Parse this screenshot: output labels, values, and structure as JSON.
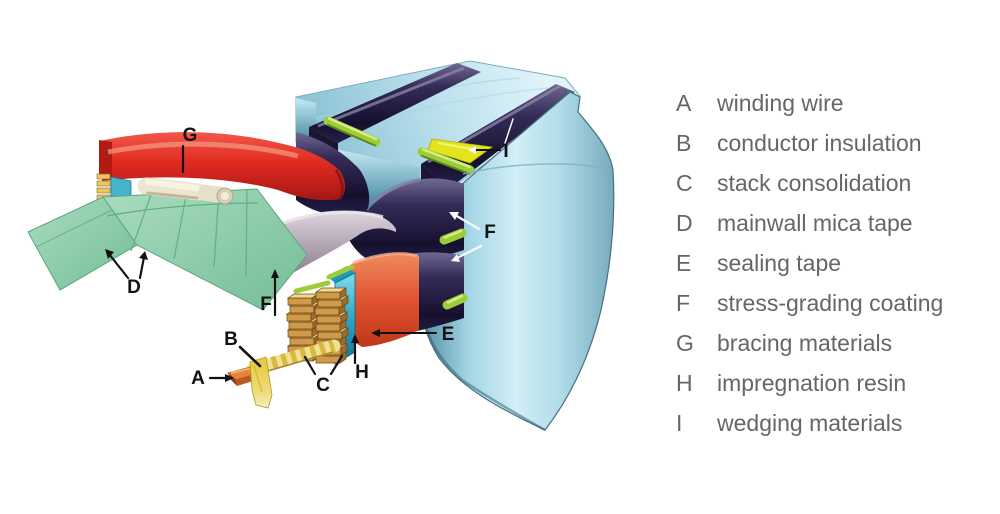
{
  "legend": {
    "items": [
      {
        "key": "A",
        "label": "winding wire"
      },
      {
        "key": "B",
        "label": "conductor insulation"
      },
      {
        "key": "C",
        "label": "stack consolidation"
      },
      {
        "key": "D",
        "label": "mainwall mica tape"
      },
      {
        "key": "E",
        "label": "sealing tape"
      },
      {
        "key": "F",
        "label": "stress-grading coating"
      },
      {
        "key": "G",
        "label": "bracing materials"
      },
      {
        "key": "H",
        "label": "impregnation resin"
      },
      {
        "key": "I",
        "label": "wedging materials"
      }
    ]
  },
  "diagram": {
    "callouts": {
      "A": "A",
      "B": "B",
      "C": "C",
      "D": "D",
      "E": "E",
      "F": "F",
      "G": "G",
      "H": "H",
      "I": "I"
    }
  },
  "colors": {
    "core_blue_light": "#d3eef6",
    "core_blue_dark": "#547f8c",
    "slot_navy": "#2a2344",
    "coil_red": "#e02b20",
    "coil_gray": "#aa9daa",
    "mica_green": "#8fcbaa",
    "wedge_lime": "#9ecc38",
    "wedge_yellow": "#e3e41c",
    "stack_gold": "#cf9a4a",
    "resin_cyan": "#2aa0c2",
    "sealing_orange": "#e05330",
    "legend_text": "#666666"
  }
}
